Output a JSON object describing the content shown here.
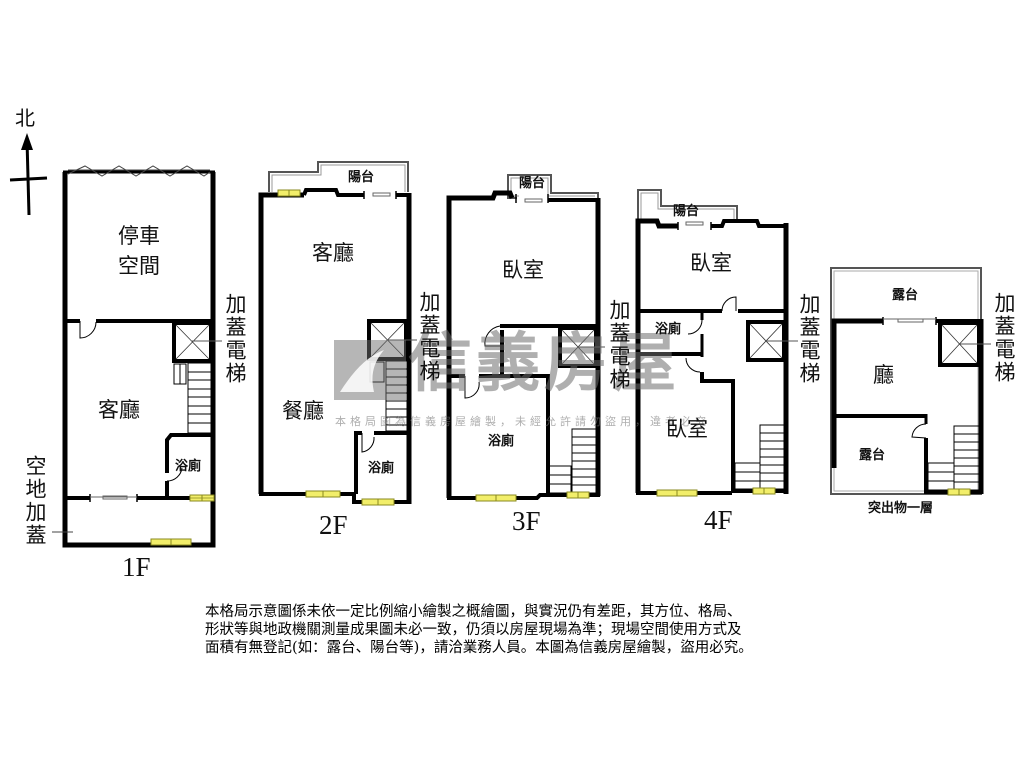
{
  "compass": {
    "label": "北",
    "icon": "north-arrow-icon"
  },
  "floors": [
    {
      "id": "1F",
      "label": "1F",
      "rooms": [
        {
          "name": "停車",
          "name2": "空間",
          "role": "parking"
        },
        {
          "name": "客廳",
          "role": "living-room"
        },
        {
          "name": "浴廁",
          "role": "bathroom"
        }
      ],
      "annex_label": "空地加蓋",
      "elevator_label": "加蓋電梯"
    },
    {
      "id": "2F",
      "label": "2F",
      "rooms": [
        {
          "name": "陽台",
          "role": "balcony"
        },
        {
          "name": "客廳",
          "role": "living-room"
        },
        {
          "name": "餐廳",
          "role": "dining-room"
        },
        {
          "name": "浴廁",
          "role": "bathroom"
        }
      ],
      "elevator_label": "加蓋電梯"
    },
    {
      "id": "3F",
      "label": "3F",
      "rooms": [
        {
          "name": "陽台",
          "role": "balcony"
        },
        {
          "name": "臥室",
          "role": "bedroom"
        },
        {
          "name": "浴廁",
          "role": "bathroom"
        }
      ],
      "elevator_label": "加蓋電梯"
    },
    {
      "id": "4F",
      "label": "4F",
      "rooms": [
        {
          "name": "陽台",
          "role": "balcony"
        },
        {
          "name": "臥室",
          "role": "bedroom-north"
        },
        {
          "name": "浴廁",
          "role": "bathroom"
        },
        {
          "name": "臥室",
          "role": "bedroom-south"
        }
      ],
      "elevator_label": "加蓋電梯"
    },
    {
      "id": "rooftop",
      "label": "突出物一層",
      "rooms": [
        {
          "name": "露台",
          "role": "terrace-north"
        },
        {
          "name": "廳",
          "role": "hall"
        },
        {
          "name": "露台",
          "role": "terrace-south"
        }
      ],
      "elevator_label": "加蓋電梯"
    }
  ],
  "watermark": {
    "brand": "信義房屋",
    "notice": "本格局圖為信義房屋繪製，未經允許請勿盜用，違者必究"
  },
  "disclaimer": {
    "lines": [
      "本格局示意圖係未依一定比例縮小繪製之概繪圖，與實況仍有差距，其方位、格局、",
      "形狀等與地政機關測量成果圖未必一致，仍須以房屋現場為準；現場空間使用方式及",
      "面積有無登記(如：露台、陽台等)，請洽業務人員。本圖為信義房屋繪製，盜用必究。"
    ]
  },
  "colors": {
    "wall": "#000000",
    "window_fill": "#f2ee6a",
    "window_stroke": "#8a8a20",
    "thin_line": "#555555",
    "watermark": "#8c8c8c"
  }
}
